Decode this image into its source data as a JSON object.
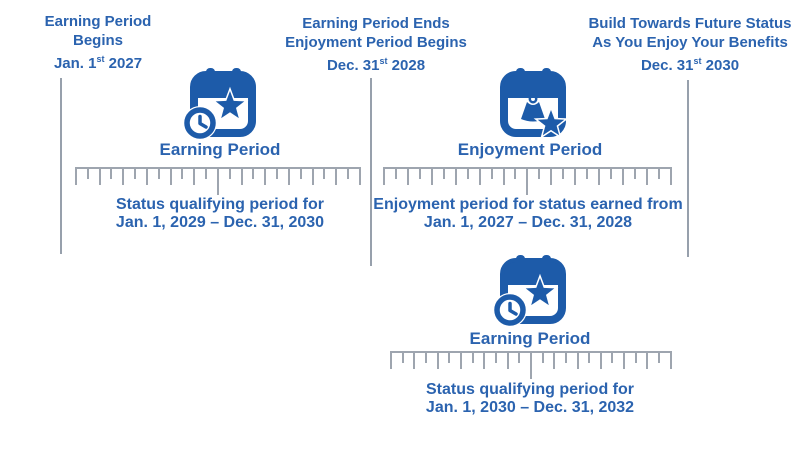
{
  "colors": {
    "icon_blue": "#1d5ba9",
    "text_blue": "#2b63af",
    "ruler_gray": "#9ea5af"
  },
  "milestones": [
    {
      "lines": [
        "Earning Period",
        "Begins"
      ],
      "date": {
        "main": "Jan. 1",
        "sup": "st",
        "year": " 2027"
      }
    },
    {
      "lines": [
        "Earning Period Ends",
        "Enjoyment Period Begins"
      ],
      "date": {
        "main": "Dec. 31",
        "sup": "st",
        "year": " 2028"
      }
    },
    {
      "lines": [
        "Build Towards Future Status",
        "As You Enjoy Your Benefits"
      ],
      "date": {
        "main": "Dec. 31",
        "sup": "st",
        "year": " 2030"
      }
    }
  ],
  "periods": [
    {
      "icon": "earning-calendar-icon",
      "label": "Earning Period",
      "caption": [
        "Status qualifying period for",
        "Jan. 1, 2029 – Dec. 31, 2030"
      ]
    },
    {
      "icon": "enjoyment-calendar-icon",
      "label": "Enjoyment Period",
      "caption": [
        "Enjoyment period for status earned from",
        "Jan. 1, 2027 – Dec. 31, 2028"
      ]
    },
    {
      "icon": "earning-calendar-icon",
      "label": "Earning Period",
      "caption": [
        "Status qualifying period for",
        "Jan. 1, 2030 – Dec. 31, 2032"
      ]
    }
  ]
}
